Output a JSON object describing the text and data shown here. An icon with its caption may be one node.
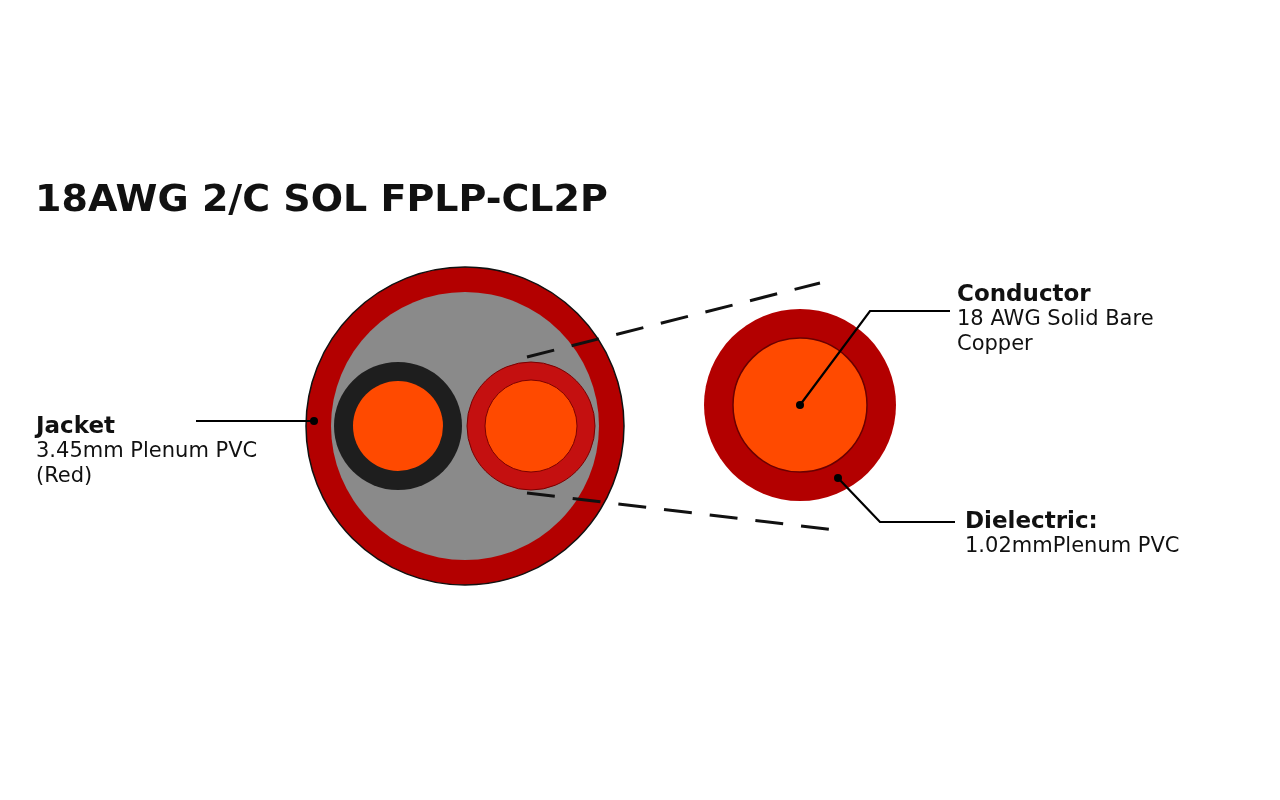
{
  "diagram": {
    "title": "18AWG 2/C SOL FPLP-CL2P",
    "nodes": [
      {
        "text": [
          "Jacket",
          "3.45mm Plenum PVC (Red)"
        ]
      },
      {
        "text": [],
        "shape": "circle"
      },
      {
        "text": [
          "Conductor",
          "18 AWG Solid Bare Copper"
        ]
      },
      {
        "text": [],
        "shape": "circle",
        "in": 5
      },
      {
        "text": [
          "Dielectric:",
          "1.02mmPlenum PVC"
        ]
      },
      {
        "text": [],
        "shape": "circle"
      }
    ],
    "edges": [
      {
        "from": 0,
        "to": 1,
        "arrow": "other"
      },
      {
        "from": 2,
        "to": 3,
        "arrow": "other"
      },
      {
        "from": 4,
        "to": 5,
        "arrow": "other"
      }
    ]
  }
}
